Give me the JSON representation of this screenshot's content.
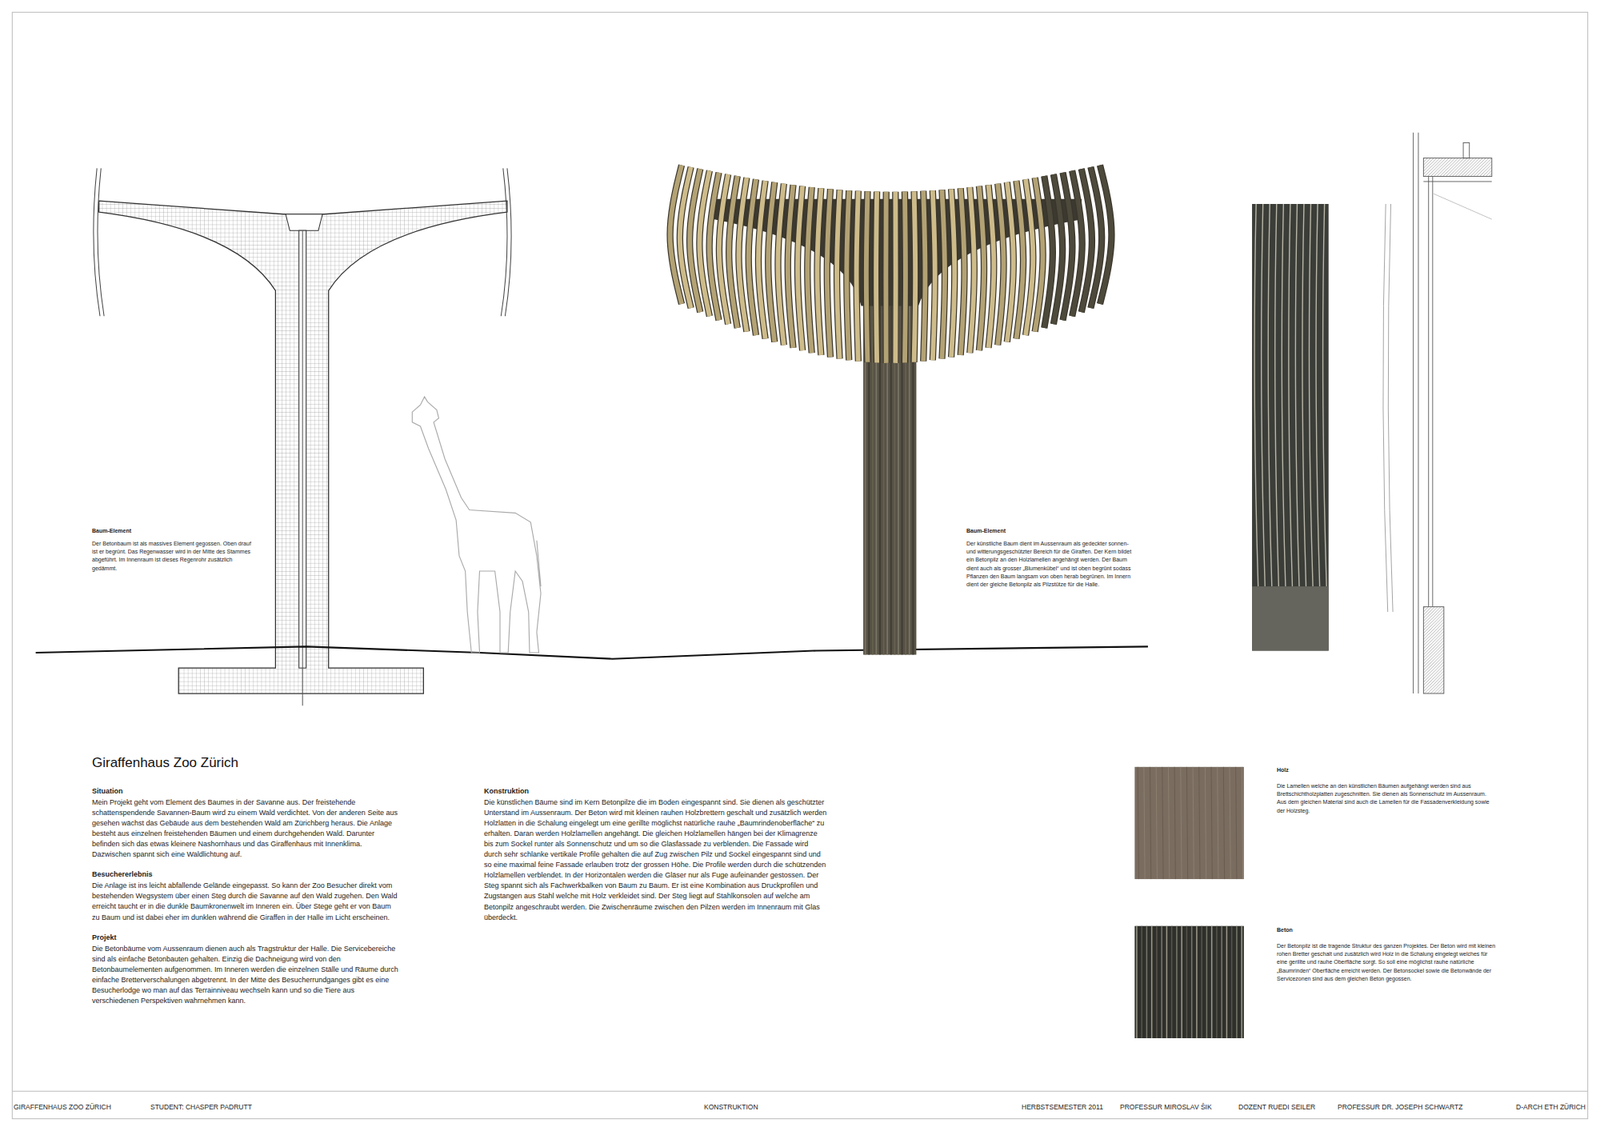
{
  "diagram": {
    "title": "Giraffenhaus Zoo Zürich",
    "labels": [
      "Baum-Element",
      "Der Betonbaum ist als massives Element gegossen. Oben drauf ist er begrünt. Das Regenwasser wird in der Mitte des Stammes abgeführt. Im Innenraum ist dieses Regenrohr zusätzlich gedämmt.",
      "Baum-Element",
      "Der künstliche Baum dient im Aussenraum als gedeckter sonnen- und witterungsgeschützter Bereich für die Giraffen. Der Kern bildet ein Betonpilz an den Holzlamellen angehängt werden. Der Baum dient auch als grosser „Blumenkübel“ und ist oben begrünt sodass Pflanzen den Baum langsam von oben herab begrünen. Im Innern dient der gleiche Betonpilz als Pilzstütze für die Halle.",
      "Situation",
      "Mein Projekt geht vom Element des Baumes in der Savanne aus. Der freistehende schattenspendende Savannen-Baum wird zu einem Wald verdichtet. Von der anderen Seite aus gesehen wächst das Gebäude aus dem bestehenden Wald am Zürichberg heraus. Die Anlage besteht aus einzelnen freistehenden Bäumen und einem durchgehenden Wald. Darunter befinden sich das etwas kleinere Nashornhaus und das Giraffenhaus mit Innenklima. Dazwischen spannt sich eine Waldlichtung auf.",
      "Besuchererlebnis",
      "Die Anlage ist ins leicht abfallende Gelände eingepasst. So kann der Zoo Besucher direkt vom bestehenden Wegsystem über einen Steg durch die Savanne auf den Wald zugehen. Den Wald erreicht taucht er in die dunkle Baumkronenwelt im Inneren ein. Über Stege geht er von Baum zu Baum und ist dabei eher im dunklen während die Giraffen in der Halle im Licht erscheinen.",
      "Projekt",
      "Die Betonbäume vom Aussenraum dienen auch als Tragstruktur der Halle. Die Servicebereiche sind als einfache Betonbauten gehalten. Einzig die Dachneigung wird von den Betonbaumelementen aufgenommen. Im Inneren werden die einzelnen Ställe und Räume durch einfache Bretterverschalungen abgetrennt. In der Mitte des Besucherrundganges gibt es eine Besucherlodge wo man auf das Terrainniveau wechseln kann und so die Tiere aus verschiedenen Perspektiven wahrnehmen kann.",
      "Konstruktion",
      "Die künstlichen Bäume sind im Kern Betonpilze die im Boden eingespannt sind. Sie dienen als geschützter Unterstand im Aussenraum. Der Beton wird mit kleinen rauhen Holzbrettern geschalt und zusätzlich werden Holzlatten in die Schalung eingelegt um eine gerillte möglichst natürliche rauhe „Baumrindenoberfläche“ zu erhalten. Daran werden Holzlamellen angehängt. Die gleichen Holzlamellen hängen bei der Klimagrenze bis zum Sockel runter als Sonnenschutz und um so die Glasfassade zu verblenden. Die Fassade wird durch sehr schlanke vertikale Profile gehalten die auf Zug zwischen Pilz und Sockel eingespannt sind und so eine maximal feine Fassade erlauben trotz der grossen Höhe. Die Profile werden durch die schützenden Holzlamellen verblendet. In der Horizontalen werden die Gläser nur als Fuge aufeinander gestossen. Der Steg spannt sich als Fachwerkbalken von Baum zu Baum. Er ist eine Kombination aus Druckprofilen und Zugstangen aus Stahl welche mit Holz verkleidet sind. Der Steg liegt auf Stahlkonsolen auf welche am Betonpilz angeschraubt werden. Die Zwischenräume zwischen den Pilzen werden im Innenraum mit Glas überdeckt.",
      "Holz",
      "Die Lamellen welche an den künstlichen Bäumen aufgehängt werden sind aus Brettschichtholzplatten zugeschnitten. Sie dienen als Sonnenschutz im Aussenraum. Aus dem gleichen Material sind auch die Lamellen für die Fassadenverkleidung sowie der Holzsteg.",
      "Beton",
      "Der Betonpilz ist die tragende Struktur des ganzen Projektes. Der Beton wird mit kleinen rohen Bretter geschalt und zusätzlich wird Holz in die Schalung eingelegt welches für eine gerillte und rauhe Oberfläche sorgt. So soll eine möglichst rauhe natürliche „Baumrinden“ Oberfläche erreicht werden. Der Betonsockel sowie die Betonwände der Servicezonen sind aus dem gleichen Beton gegossen.",
      "GIRAFFENHAUS ZOO ZÜRICH",
      "STUDENT:  CHASPER PADRUTT",
      "KONSTRUKTION",
      "HERBSTSEMESTER 2011",
      "PROFESSUR MIROSLAV ŠIK",
      "DOZENT RUEDI SEILER",
      "PROFESSUR DR. JOSEPH SCHWARTZ",
      "D-ARCH ETH ZÜRICH"
    ]
  }
}
